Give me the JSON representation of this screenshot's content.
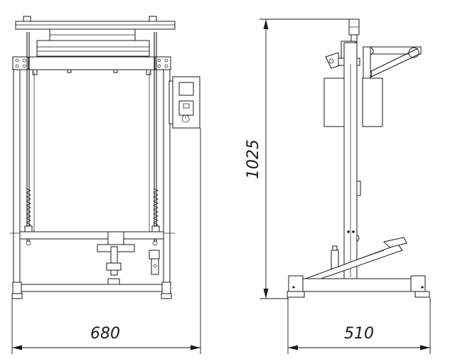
{
  "drawing": {
    "front_view": {
      "width_label": "680"
    },
    "side_view": {
      "height_label": "1025",
      "depth_label": "510"
    }
  }
}
